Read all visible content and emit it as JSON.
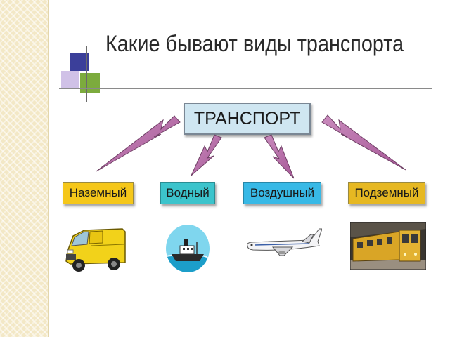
{
  "title": "Какие бывают виды транспорта",
  "root": {
    "label": "ТРАНСПОРТ"
  },
  "categories": [
    {
      "label": "Наземный",
      "icon": "van-icon",
      "color": "#f5c71a"
    },
    {
      "label": "Водный",
      "icon": "ship-icon",
      "color": "#3cc4cc"
    },
    {
      "label": "Воздушный",
      "icon": "airplane-icon",
      "color": "#38b9e6"
    },
    {
      "label": "Подземный",
      "icon": "subway-train-icon",
      "color": "#e6b822"
    }
  ],
  "colors": {
    "arrow_fill": "#b86ba7",
    "arrow_stroke": "#6e3f64",
    "root_box": "#cfe6f1",
    "sidebar": "#f3e8c6"
  }
}
